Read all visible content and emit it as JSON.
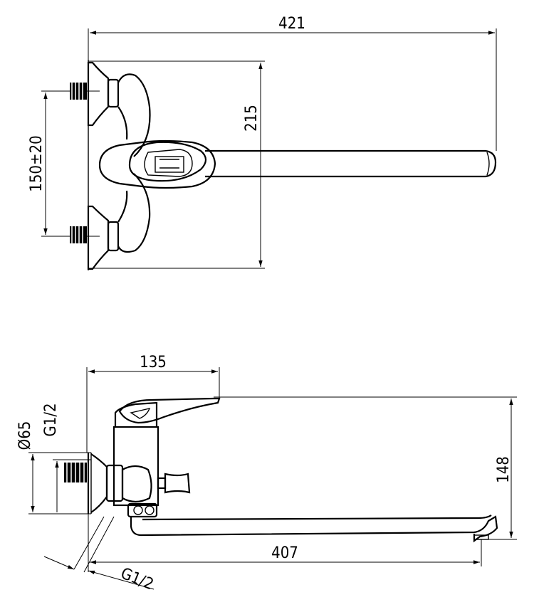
{
  "drawing": {
    "top_view": {
      "overall_length": "421",
      "height": "215",
      "inlet_spacing": "150±20"
    },
    "side_view": {
      "handle_length": "135",
      "diameter": "Ø65",
      "thread_top": "G1/2",
      "height": "148",
      "spout_length": "407",
      "thread_bottom": "G1/2"
    }
  }
}
